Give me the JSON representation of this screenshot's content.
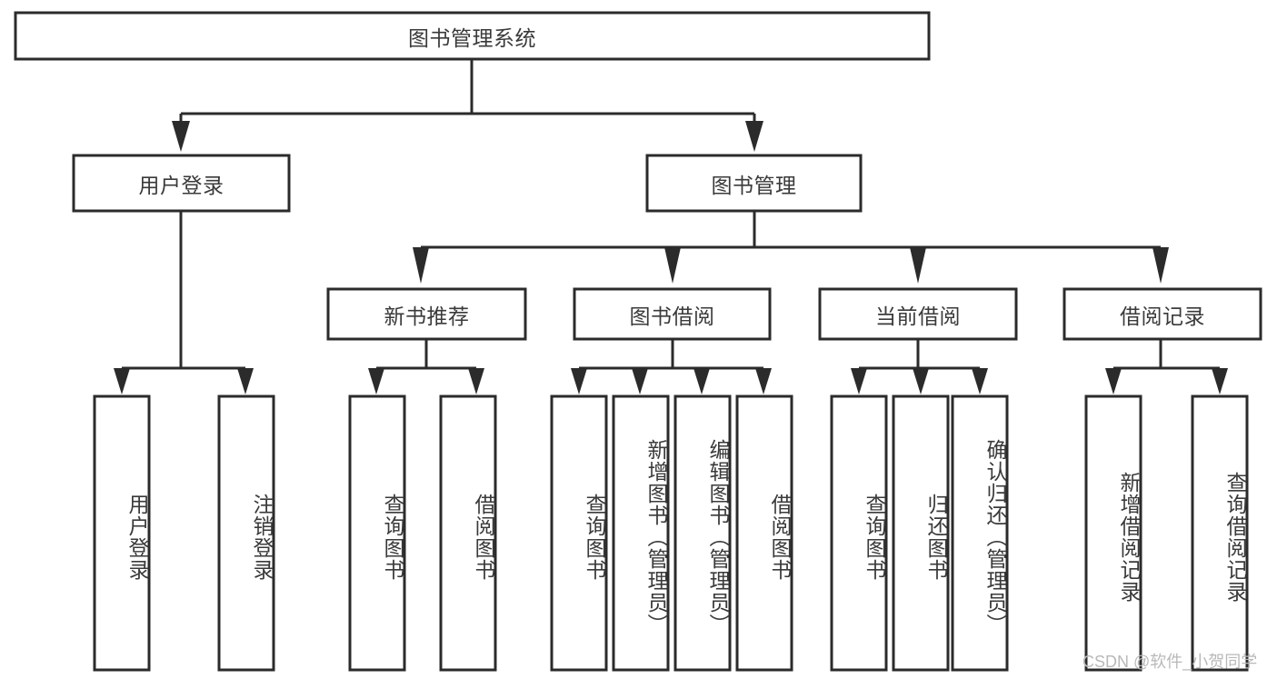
{
  "diagram": {
    "title": "图书管理系统",
    "type": "tree-hierarchy",
    "watermark": "CSDN @软件_小贺同学",
    "colors": {
      "stroke": "#2b2b2b",
      "box_fill": "#ffffff",
      "text": "#3a3a3a",
      "background": "#ffffff",
      "watermark": "#b9b9b9"
    },
    "root": {
      "label": "图书管理系统",
      "orientation": "horizontal"
    },
    "level2": [
      {
        "label": "用户登录",
        "orientation": "horizontal"
      },
      {
        "label": "图书管理",
        "orientation": "horizontal"
      }
    ],
    "level3": [
      {
        "label": "新书推荐",
        "orientation": "horizontal"
      },
      {
        "label": "图书借阅",
        "orientation": "horizontal"
      },
      {
        "label": "当前借阅",
        "orientation": "horizontal"
      },
      {
        "label": "借阅记录",
        "orientation": "horizontal"
      }
    ],
    "leaves_user_login": [
      {
        "label": "用户登录",
        "orientation": "vertical"
      },
      {
        "label": "注销登录",
        "orientation": "vertical"
      }
    ],
    "leaves_new_book": [
      {
        "label": "查询图书",
        "orientation": "vertical"
      },
      {
        "label": "借阅图书",
        "orientation": "vertical"
      }
    ],
    "leaves_borrow": [
      {
        "label": "查询图书",
        "orientation": "vertical"
      },
      {
        "label": "新增图书（管理员）",
        "orientation": "vertical"
      },
      {
        "label": "编辑图书（管理员）",
        "orientation": "vertical"
      },
      {
        "label": "借阅图书",
        "orientation": "vertical"
      }
    ],
    "leaves_current": [
      {
        "label": "查询图书",
        "orientation": "vertical"
      },
      {
        "label": "归还图书",
        "orientation": "vertical"
      },
      {
        "label": "确认归还（管理员）",
        "orientation": "vertical"
      }
    ],
    "leaves_records": [
      {
        "label": "新增借阅记录",
        "orientation": "vertical"
      },
      {
        "label": "查询借阅记录",
        "orientation": "vertical"
      }
    ]
  }
}
